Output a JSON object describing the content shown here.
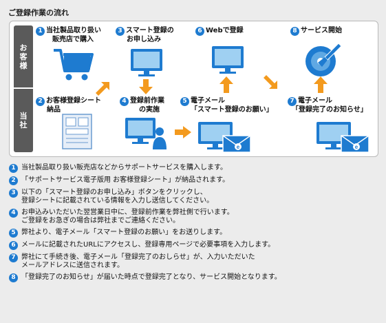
{
  "title": "ご登録作業の流れ",
  "sidebar": {
    "customer": [
      "お",
      "客",
      "様"
    ],
    "company": [
      "当",
      "社"
    ]
  },
  "steps": [
    {
      "num": "1",
      "lines": [
        "当社製品取り扱い",
        "販売店で購入"
      ],
      "icon": "shopping-cart-icon"
    },
    {
      "num": "2",
      "lines": [
        "お客様登録シート",
        "納品"
      ],
      "icon": "document-icon"
    },
    {
      "num": "3",
      "lines": [
        "スマート登録の",
        "お申し込み"
      ],
      "icon": "computer-monitor-icon"
    },
    {
      "num": "4",
      "lines": [
        "登録前作業",
        "の実施"
      ],
      "icon": "computer-user-icon"
    },
    {
      "num": "5",
      "lines": [
        "電子メール",
        "「スマート登録のお願い」"
      ],
      "icon": "email-monitor-icon"
    },
    {
      "num": "6",
      "lines": [
        "Webで登録"
      ],
      "icon": "computer-monitor-icon"
    },
    {
      "num": "7",
      "lines": [
        "電子メール",
        "「登録完了のお知らせ」"
      ],
      "icon": "email-monitor-icon"
    },
    {
      "num": "8",
      "lines": [
        "サービス開始"
      ],
      "icon": "cd-screwdriver-icon"
    }
  ],
  "colors": {
    "accent_blue": "#1e7bd0",
    "arrow_orange": "#f39a1e",
    "sidebar_gray": "#5a5a5a"
  },
  "legend": [
    {
      "num": "1",
      "lines": [
        "当社製品取り扱い販売店などからサポートサービスを購入します。"
      ]
    },
    {
      "num": "2",
      "lines": [
        "「サポートサービス電子版用 お客様登録シート」が納品されます。"
      ]
    },
    {
      "num": "3",
      "lines": [
        "以下の「スマート登録のお申し込み」ボタンをクリックし、",
        "登録シートに記載されている情報を入力し送信してください。"
      ]
    },
    {
      "num": "4",
      "lines": [
        "お申込みいただいた翌営業日中に、登録前作業を弊社側で行います。",
        "ご登録をお急ぎの場合は弊社までご連絡ください。"
      ]
    },
    {
      "num": "5",
      "lines": [
        "弊社より、電子メール「スマート登録のお願い」をお送りします。"
      ]
    },
    {
      "num": "6",
      "lines": [
        "メールに記載されたURLにアクセスし、登録専用ページで必要事項を入力します。"
      ]
    },
    {
      "num": "7",
      "lines": [
        "弊社にて手続き後、電子メール「登録完了のおしらせ」が、入力いただいた",
        "メールアドレスに送信されます。"
      ]
    },
    {
      "num": "8",
      "lines": [
        "「登録完了のお知らせ」が届いた時点で登録完了となり、サービス開始となります。"
      ]
    }
  ]
}
